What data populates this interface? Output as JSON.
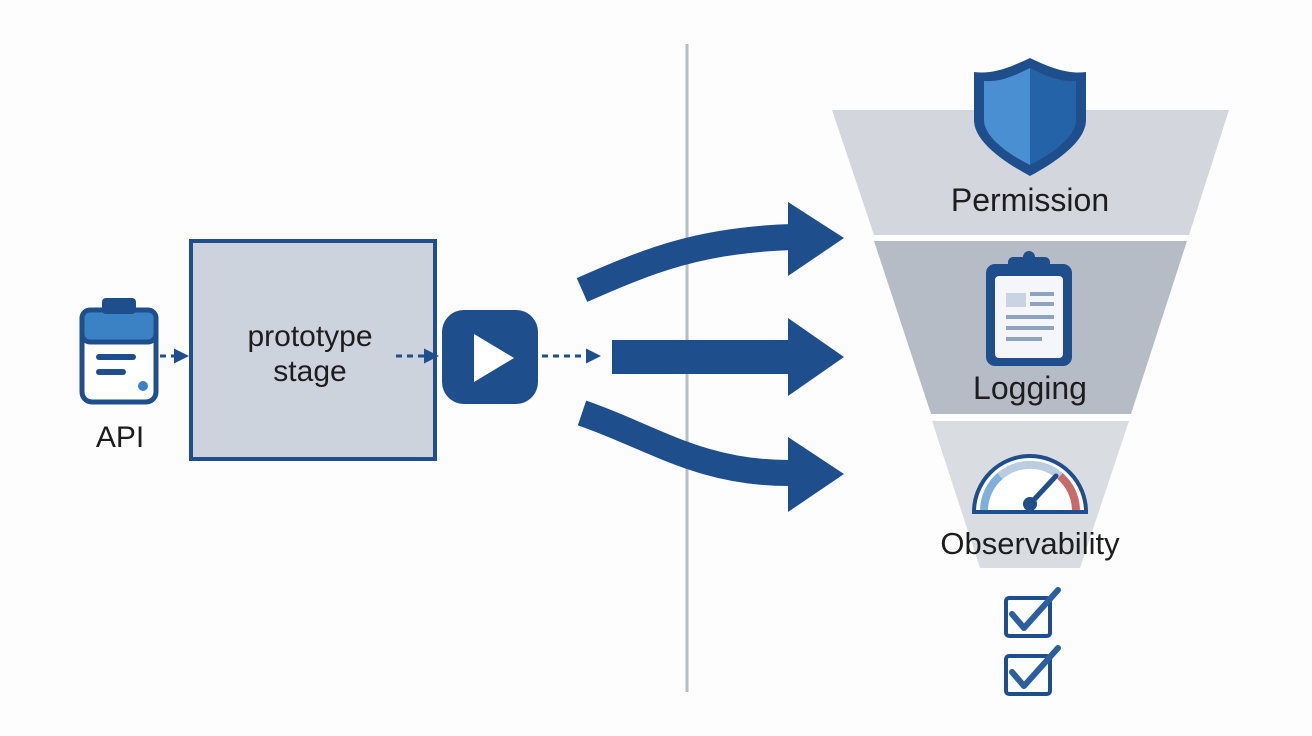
{
  "colors": {
    "primary": "#1f4e8c",
    "accent": "#3b82c4",
    "stage_fill": "#cdd3dc",
    "funnel_top": "#d3d7dd",
    "funnel_mid": "#b6bcc6",
    "funnel_bottom": "#d9dce1",
    "divider": "#b8bec8",
    "gauge_low": "#7fb0dc",
    "gauge_high": "#c96a6a"
  },
  "icons": {
    "api": "clipboard-icon",
    "play": "play-button-icon",
    "permission": "shield-icon",
    "logging": "clipboard-icon",
    "observability": "gauge-icon",
    "check": "checkbox-checked-icon"
  },
  "labels": {
    "api": "API",
    "stage_line1": "prototype",
    "stage_line2": "stage",
    "permission": "Permission",
    "logging": "Logging",
    "observability": "Observability"
  }
}
